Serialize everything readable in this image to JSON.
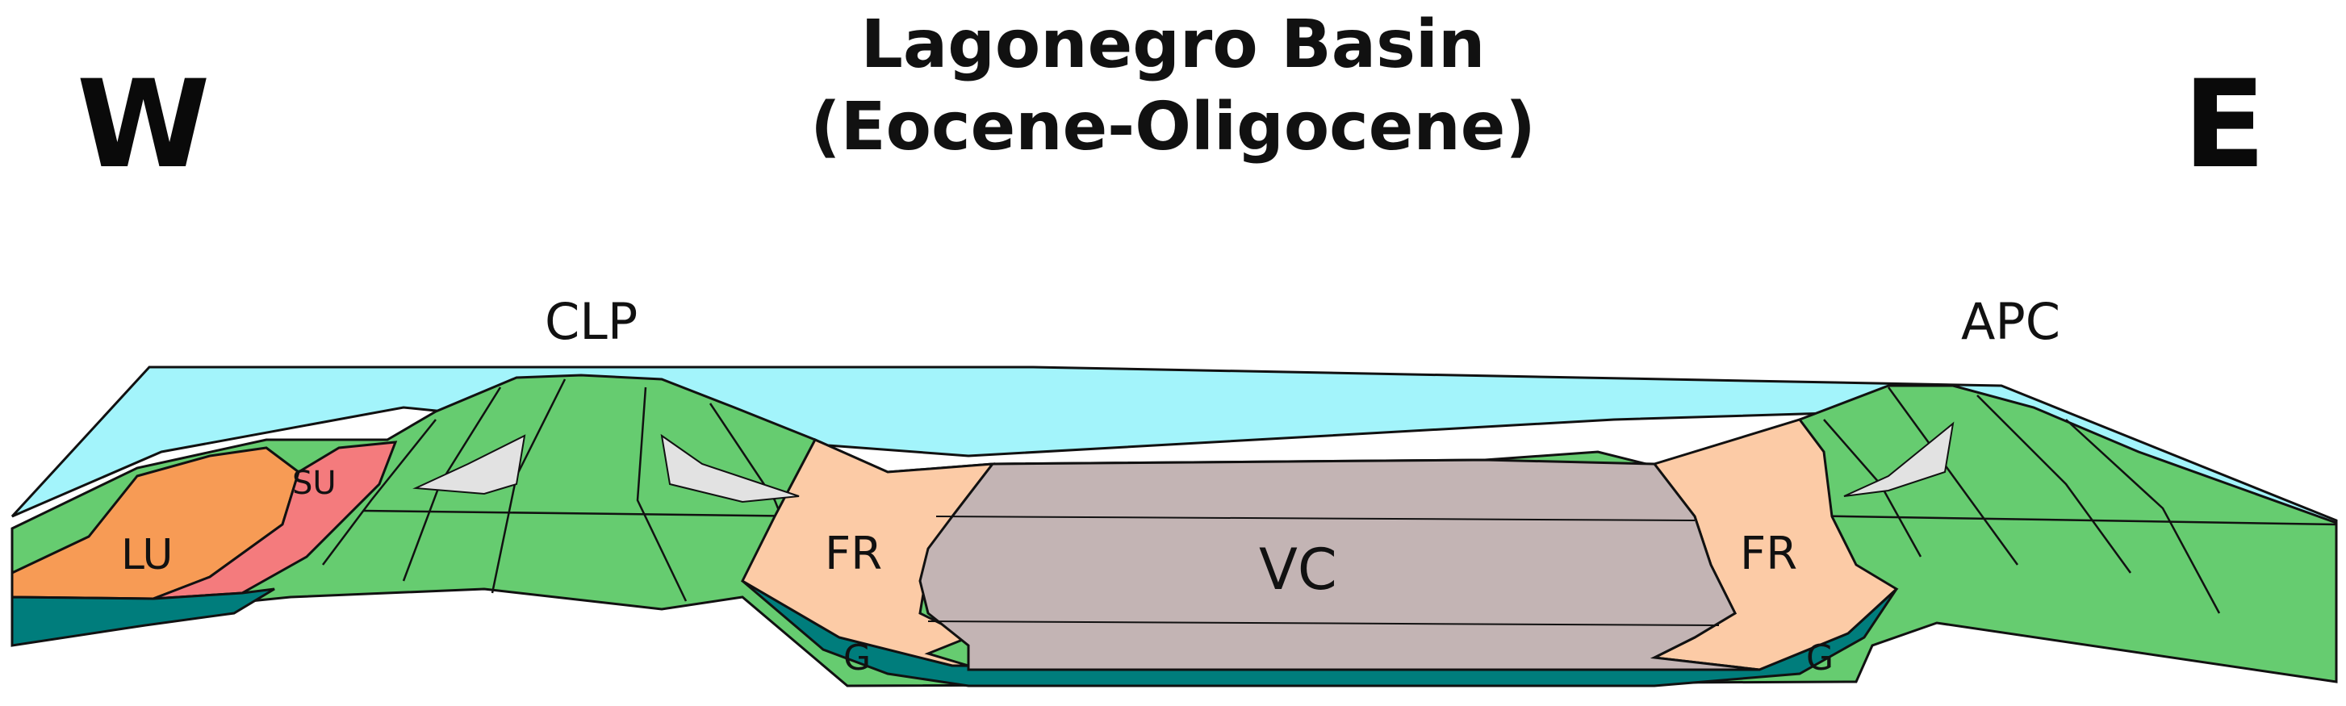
{
  "title": {
    "line1": "Lagonegro Basin",
    "line2": "(Eocene-Oligocene)"
  },
  "orientation": {
    "west": "W",
    "east": "E"
  },
  "labels": {
    "clp": "CLP",
    "apc": "APC",
    "lu": "LU",
    "su": "SU",
    "fr_left": "FR",
    "fr_right": "FR",
    "vc": "VC",
    "g_left": "G",
    "g_right": "G"
  },
  "colors": {
    "sea": "#a3f4fb",
    "platform": "#66cc70",
    "lu": "#f79b55",
    "su": "#f47b7d",
    "fr": "#fccba6",
    "vc": "#c3b4b4",
    "g": "#007d7c",
    "lens": "#e2e2e2"
  }
}
